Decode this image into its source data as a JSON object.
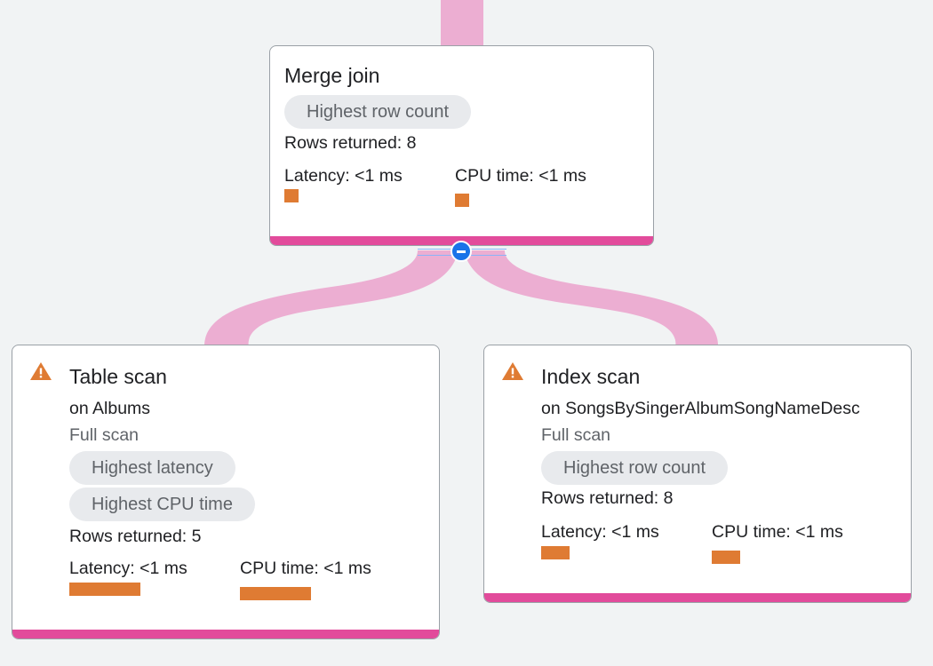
{
  "colors": {
    "background": "#f1f3f4",
    "flow": "#ecaed2",
    "node_accent": "#e24b9b",
    "metric_bar": "#df7b33",
    "warning": "#df7b33",
    "chip_bg": "#e8eaed",
    "collapse_button": "#1a73e8"
  },
  "merge_join": {
    "title": "Merge join",
    "chips": [
      "Highest row count"
    ],
    "rows_returned": "Rows returned: 8",
    "latency_label": "Latency: <1 ms",
    "cpu_label": "CPU time: <1 ms"
  },
  "table_scan": {
    "warning_icon": "warning-icon",
    "title": "Table scan",
    "on": "on Albums",
    "scan_type": "Full scan",
    "chips": [
      "Highest latency",
      "Highest CPU time"
    ],
    "rows_returned": "Rows returned: 5",
    "latency_label": "Latency: <1 ms",
    "cpu_label": "CPU time: <1 ms"
  },
  "index_scan": {
    "warning_icon": "warning-icon",
    "title": "Index scan",
    "on": "on SongsBySingerAlbumSongNameDesc",
    "scan_type": "Full scan",
    "chips": [
      "Highest row count"
    ],
    "rows_returned": "Rows returned: 8",
    "latency_label": "Latency: <1 ms",
    "cpu_label": "CPU time: <1 ms"
  }
}
